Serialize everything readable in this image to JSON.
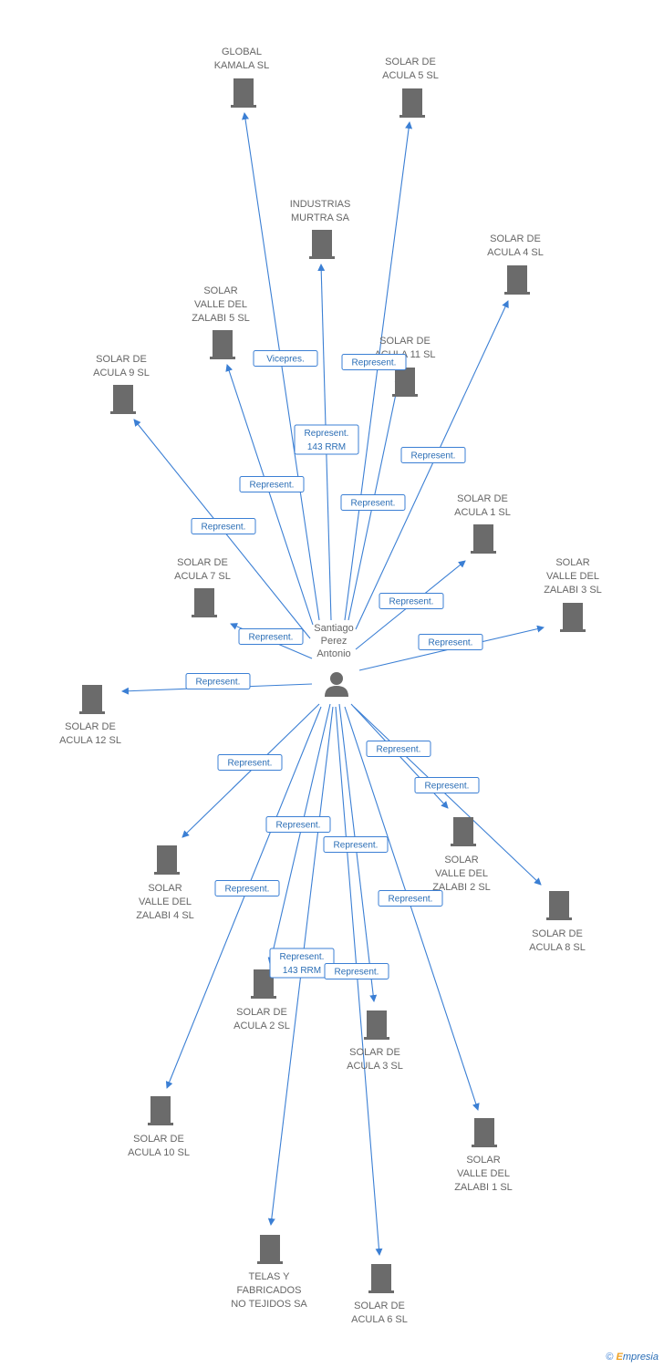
{
  "center": {
    "label": [
      "Santiago",
      "Perez",
      "Antonio"
    ],
    "icon": "person-icon"
  },
  "companies": [
    {
      "id": "global-kamala",
      "label": [
        "GLOBAL",
        "KAMALA SL"
      ]
    },
    {
      "id": "solar-acula-5",
      "label": [
        "SOLAR DE",
        "ACULA 5 SL"
      ]
    },
    {
      "id": "industrias-murtra",
      "label": [
        "INDUSTRIAS",
        "MURTRA SA"
      ]
    },
    {
      "id": "solar-acula-4",
      "label": [
        "SOLAR DE",
        "ACULA 4 SL"
      ]
    },
    {
      "id": "solar-valle-zalabi-5",
      "label": [
        "SOLAR",
        "VALLE DEL",
        "ZALABI 5 SL"
      ]
    },
    {
      "id": "solar-acula-11",
      "label": [
        "SOLAR DE",
        "ACULA 11 SL"
      ]
    },
    {
      "id": "solar-acula-9",
      "label": [
        "SOLAR DE",
        "ACULA 9 SL"
      ]
    },
    {
      "id": "solar-acula-1",
      "label": [
        "SOLAR DE",
        "ACULA 1 SL"
      ]
    },
    {
      "id": "solar-acula-7",
      "label": [
        "SOLAR DE",
        "ACULA 7 SL"
      ]
    },
    {
      "id": "solar-valle-zalabi-3",
      "label": [
        "SOLAR",
        "VALLE DEL",
        "ZALABI 3 SL"
      ]
    },
    {
      "id": "solar-acula-12",
      "label": [
        "SOLAR DE",
        "ACULA 12 SL"
      ]
    },
    {
      "id": "solar-valle-zalabi-2",
      "label": [
        "SOLAR",
        "VALLE DEL",
        "ZALABI 2 SL"
      ]
    },
    {
      "id": "solar-valle-zalabi-4",
      "label": [
        "SOLAR",
        "VALLE DEL",
        "ZALABI 4 SL"
      ]
    },
    {
      "id": "solar-acula-8",
      "label": [
        "SOLAR DE",
        "ACULA 8 SL"
      ]
    },
    {
      "id": "solar-acula-2",
      "label": [
        "SOLAR DE",
        "ACULA 2 SL"
      ]
    },
    {
      "id": "solar-acula-3",
      "label": [
        "SOLAR DE",
        "ACULA 3 SL"
      ]
    },
    {
      "id": "solar-acula-10",
      "label": [
        "SOLAR DE",
        "ACULA 10 SL"
      ]
    },
    {
      "id": "solar-valle-zalabi-1",
      "label": [
        "SOLAR",
        "VALLE DEL",
        "ZALABI 1 SL"
      ]
    },
    {
      "id": "telas-fabricados",
      "label": [
        "TELAS Y",
        "FABRICADOS",
        "NO TEJIDOS SA"
      ]
    },
    {
      "id": "solar-acula-6",
      "label": [
        "SOLAR DE",
        "ACULA 6 SL"
      ]
    }
  ],
  "relations": [
    {
      "target": "global-kamala",
      "label": [
        "Vicepres."
      ]
    },
    {
      "target": "solar-acula-5",
      "label": [
        "Represent."
      ]
    },
    {
      "target": "industrias-murtra",
      "label": [
        "Represent.",
        "143 RRM"
      ]
    },
    {
      "target": "solar-acula-4",
      "label": [
        "Represent."
      ]
    },
    {
      "target": "solar-valle-zalabi-5",
      "label": [
        "Represent."
      ]
    },
    {
      "target": "solar-acula-11",
      "label": [
        "Represent."
      ]
    },
    {
      "target": "solar-acula-9",
      "label": [
        "Represent."
      ]
    },
    {
      "target": "solar-acula-1",
      "label": [
        "Represent."
      ]
    },
    {
      "target": "solar-acula-7",
      "label": [
        "Represent."
      ]
    },
    {
      "target": "solar-valle-zalabi-3",
      "label": [
        "Represent."
      ]
    },
    {
      "target": "solar-acula-12",
      "label": [
        "Represent."
      ]
    },
    {
      "target": "solar-valle-zalabi-2",
      "label": [
        "Represent."
      ]
    },
    {
      "target": "solar-valle-zalabi-4",
      "label": [
        "Represent."
      ]
    },
    {
      "target": "solar-acula-8",
      "label": [
        "Represent."
      ]
    },
    {
      "target": "solar-acula-2",
      "label": [
        "Represent."
      ]
    },
    {
      "target": "solar-acula-3",
      "label": [
        "Represent."
      ]
    },
    {
      "target": "solar-acula-10",
      "label": [
        "Represent."
      ]
    },
    {
      "target": "solar-valle-zalabi-1",
      "label": [
        "Represent."
      ]
    },
    {
      "target": "telas-fabricados",
      "label": [
        "Represent.",
        "143 RRM"
      ]
    },
    {
      "target": "solar-acula-6",
      "label": [
        "Represent."
      ]
    }
  ],
  "colors": {
    "edge": "#3b7fd4",
    "building": "#6b6b6b",
    "label": "#666666"
  },
  "footer": {
    "copyright": "©",
    "brand_initial": "E",
    "brand_rest": "mpresia"
  }
}
